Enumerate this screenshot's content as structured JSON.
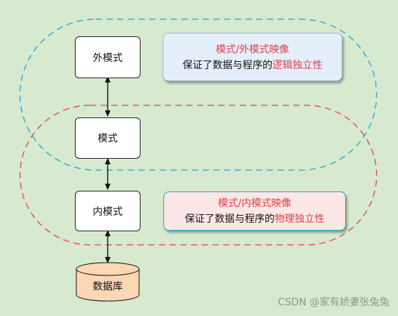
{
  "nodes": {
    "external": "外模式",
    "conceptual": "模式",
    "internal": "内模式",
    "database": "数据库"
  },
  "notes": {
    "external_mapping": {
      "title": "模式/外模式映像",
      "body_prefix": "保证了数据与程序的",
      "highlight": "逻辑独立性"
    },
    "internal_mapping": {
      "title": "模式/内模式映像",
      "body_prefix": "保证了数据与程序的",
      "highlight": "物理独立性"
    }
  },
  "watermark": "CSDN @家有娇妻张兔兔",
  "colors": {
    "background": "#d7ead0",
    "blue_dash": "#1aa7d8",
    "red_dash": "#e0404a",
    "highlight": "#e0404a",
    "note_blue": "#e5eefb",
    "note_red": "#fbe7e6",
    "database_fill": "#fbd7b4"
  }
}
